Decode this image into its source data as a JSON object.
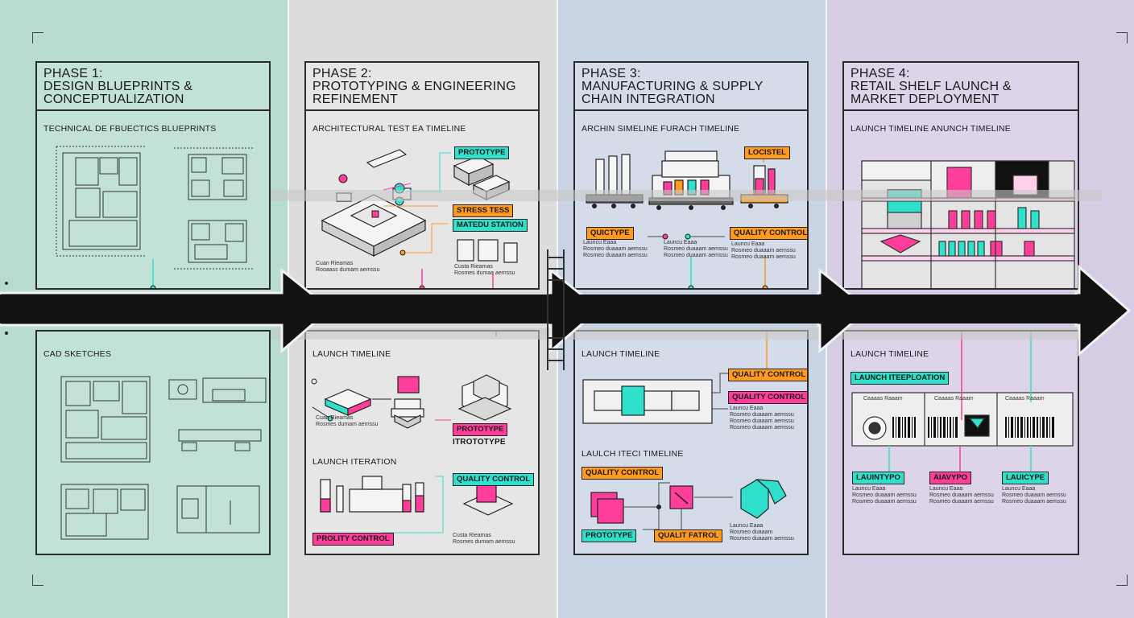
{
  "phases": [
    {
      "title_line1": "PHASE 1:",
      "title_line2": "DESIGN BLUEPRINTS &",
      "title_line3": "CONCEPTUALIZATION",
      "top_label": "TECHNICAL DE FBUECTICS BLUEPRINTS",
      "bottom_label": "CAD SKETCHES"
    },
    {
      "title_line1": "PHASE 2:",
      "title_line2": "PROTOTYPING & ENGINEERING",
      "title_line3": "REFINEMENT",
      "top_label": "ARCHITECTURAL TEST EA TIMELINE",
      "bottom_label": "LAUNCH TIMELINE",
      "bottom_label_2": "LAUNCH ITERATION",
      "tags": {
        "prototype": "PROTOTYPE",
        "stress_test": "STRESS TESS",
        "station": "MATEDU STATION",
        "prototype_2": "PROTOTYPE",
        "prototype_3": "ITROTOTYPE",
        "quality_control": "QUALITY CONTROL",
        "quality_control_2": "PROLITY CONTROL"
      },
      "captions": {
        "c1": "Cuan Rieamas\nRooaass dumam aemssu",
        "c2": "Custa Rieamas\nRosmes dumaa aemssu",
        "c3": "Cuan Rieamas\nRosmes dumam aemssu",
        "c4": "Custa Rieamas\nRosmes dumam aemssu"
      }
    },
    {
      "title_line1": "PHASE 3:",
      "title_line2": "MANUFACTURING & SUPPLY",
      "title_line3": "CHAIN INTEGRATION",
      "top_label": "ARCHIN SIMELINE FURACH TIMELINE",
      "bottom_label": "LAUNCH TIMELINE",
      "bottom_label_2": "LAULCH ITECI TIMELINE",
      "tags": {
        "locistel": "LOCISTEL",
        "quictype": "QUICTYPE",
        "quality_control": "QUALITY CONTROL",
        "quality_control_2": "QUALITY CONTROL",
        "quality_control_3": "QUALITY CONTROL",
        "quality_control_4": "QUALITY CONTROL",
        "prototype": "PROTOTYPE",
        "qualit_fatrol": "QUALIT FATROL"
      },
      "captions": {
        "c1": "Launcu Eaaa\nRosmeo duaaam aemssu\nRosmeo duaaam aemssu",
        "c2": "Launcu Eaaa\nRosmeo duaaam aemssu\nRosmeo duaaam aemssu",
        "c3": "Launcu Eaaa\nRosmeo duaaam aemssu\nRosmeo duaaam aemssu",
        "c4": "Launcu Eaaa\nRosmeo duaaam aemssu\nRosmeo duaaam aemssu\nRosmeo duaaam aemssu",
        "c5": "Launcu Eaaa\nRosmeo duaaam\nRosmeo duaaam aemssu"
      }
    },
    {
      "title_line1": "PHASE 4:",
      "title_line2": "RETAIL SHELF LAUNCH &",
      "title_line3": "MARKET DEPLOYMENT",
      "top_label": "LAUNCH TIMELINE ANUNCH TIMELINE",
      "bottom_label": "LAUNCH TIMELINE",
      "tags": {
        "launch_iteploation": "LAUNCH ITEEPLOATION",
        "lauintypo": "LAUINTYPO",
        "aiavypo": "AIAVYPO",
        "lauicype": "LAUICYPE"
      },
      "captions": {
        "c1": "Launcu Eaaa\nRosmeo duaaam aemssu\nRosmeo duaaam aemssu",
        "c2": "Launcu Eaaa\nRosmeo duaaam aemssu\nRosmeo duaaam aemssu",
        "c3": "Launcu Eaaa\nRosmeo duaaam aemssu\nRosmeo duaaam aemssu"
      },
      "card_headers": [
        "Caaaas Raaam",
        "Caaaas Raaam",
        "Caaaas Raaam"
      ]
    }
  ],
  "colors": {
    "accent_cyan": "#2fe0cc",
    "accent_orange": "#ff9a1f",
    "accent_pink": "#ff3d9a",
    "arrow": "#121212"
  }
}
